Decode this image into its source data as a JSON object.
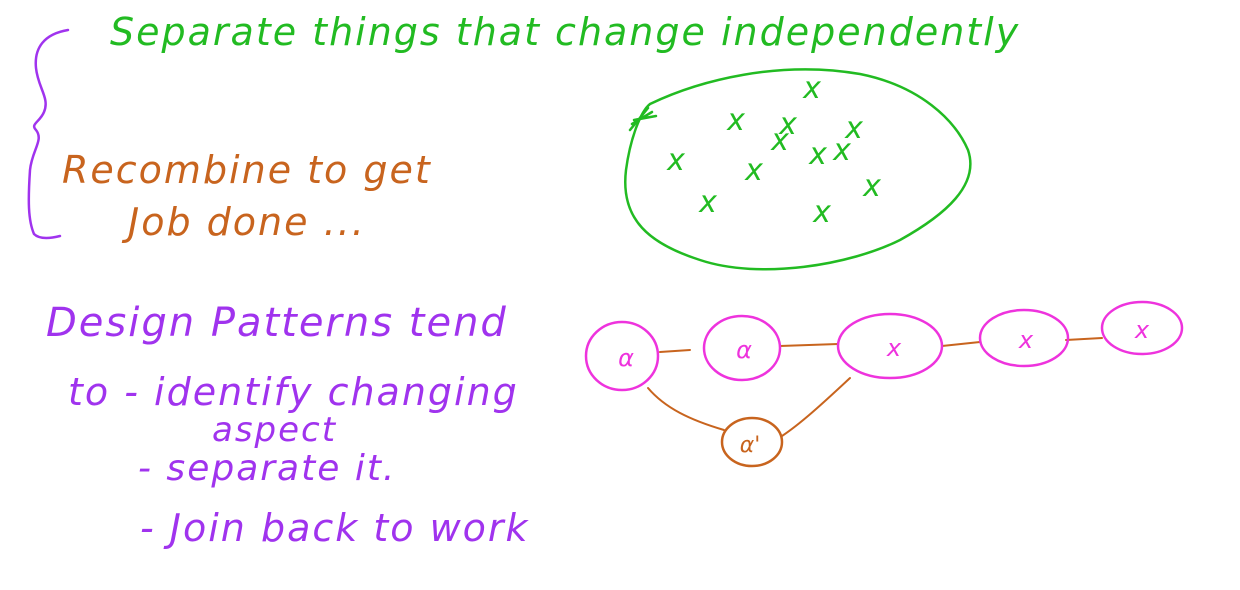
{
  "colors": {
    "green": "#22bb22",
    "purple": "#a033ee",
    "orange": "#c8641e",
    "magenta": "#ee33dd",
    "background": "#ffffff"
  },
  "notes": {
    "title": "Separate things that change independently",
    "recombine_line1": "Recombine to get",
    "recombine_line2": "Job done ...",
    "patterns_line1": "Design Patterns tend",
    "patterns_line2": "to - identify changing",
    "patterns_line3": "aspect",
    "patterns_line4": "- separate it.",
    "patterns_line5": "- Join back to work"
  },
  "diagram": {
    "blob_marks": [
      "x",
      "x",
      "x",
      "x",
      "x",
      "x",
      "x",
      "x",
      "x",
      "x",
      "x",
      "x"
    ],
    "chain_nodes": [
      "α",
      "α",
      "x",
      "x",
      "x"
    ],
    "side_node": "α'"
  }
}
